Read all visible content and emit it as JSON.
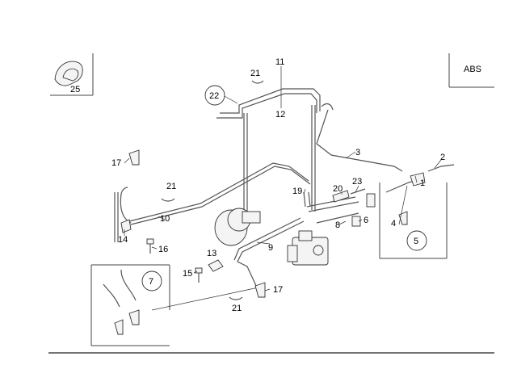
{
  "badge": {
    "label": "ABS"
  },
  "callouts": {
    "c1": "1",
    "c2": "2",
    "c3": "3",
    "c4": "4",
    "c5": "5",
    "c6": "6",
    "c7": "7",
    "c8": "8",
    "c9": "9",
    "c10": "10",
    "c11": "11",
    "c12": "12",
    "c13": "13",
    "c14": "14",
    "c15": "15",
    "c16": "16",
    "c17a": "17",
    "c17b": "17",
    "c19": "19",
    "c20": "20",
    "c21a": "21",
    "c21b": "21",
    "c21c": "21",
    "c22": "22",
    "c23": "23",
    "c25": "25"
  }
}
